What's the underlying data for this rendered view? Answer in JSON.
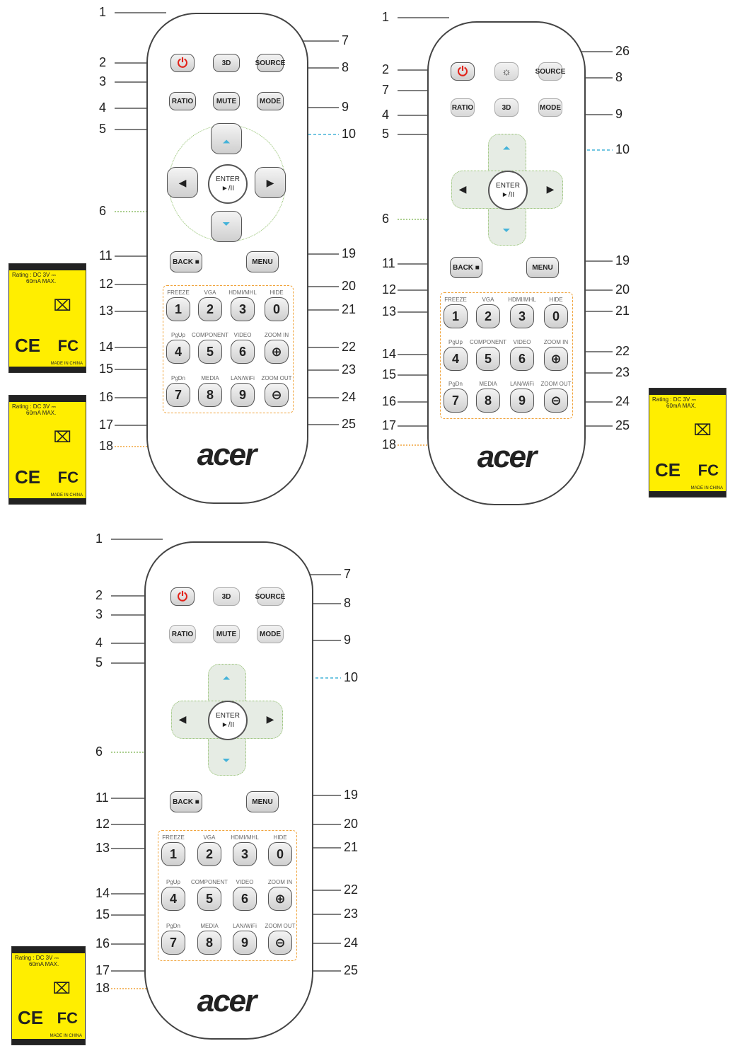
{
  "colors": {
    "power": "#e2231a",
    "label_yellow": "#ffee00",
    "cyan_dash": "#45b3d9",
    "green_dot": "#8fbf6a",
    "orange_dot": "#f0a33a"
  },
  "button_text": {
    "three_d": "3D",
    "source": "SOURCE",
    "ratio": "RATIO",
    "mute": "MUTE",
    "mode": "MODE",
    "enter": "ENTER",
    "play_pause": "►/II",
    "back": "BACK",
    "menu": "MENU",
    "numbers": [
      "1",
      "2",
      "3",
      "0",
      "4",
      "5",
      "6",
      "7",
      "8",
      "9"
    ]
  },
  "key_labels": {
    "freeze": "FREEZE",
    "vga": "VGA",
    "hdmi": "HDMI/MHL",
    "hide": "HIDE",
    "pgup": "PgUp",
    "component": "COMPONENT",
    "video": "VIDEO",
    "zoom_in": "ZOOM IN",
    "pgdn": "PgDn",
    "media": "MEDIA",
    "lan": "LAN/WiFi",
    "zoom_out": "ZOOM OUT"
  },
  "logo": "acer",
  "label_card": {
    "rating": "Rating : DC 3V",
    "current": "60mA MAX.",
    "made": "MADE IN CHINA",
    "ce": "CE",
    "fc": "FC"
  },
  "remote1_callouts": {
    "left": [
      "1",
      "2",
      "3",
      "4",
      "5",
      "6",
      "11",
      "12",
      "13",
      "14",
      "15",
      "16",
      "17",
      "18"
    ],
    "right": [
      "7",
      "8",
      "9",
      "10",
      "19",
      "20",
      "21",
      "22",
      "23",
      "24",
      "25"
    ]
  },
  "remote2_callouts": {
    "left": [
      "1",
      "2",
      "7",
      "4",
      "5",
      "6",
      "11",
      "12",
      "13",
      "14",
      "15",
      "16",
      "17",
      "18"
    ],
    "right": [
      "26",
      "8",
      "9",
      "10",
      "19",
      "20",
      "21",
      "22",
      "23",
      "24",
      "25"
    ]
  },
  "remote3_callouts": {
    "left": [
      "1",
      "2",
      "3",
      "4",
      "5",
      "6",
      "11",
      "12",
      "13",
      "14",
      "15",
      "16",
      "17",
      "18"
    ],
    "right": [
      "7",
      "8",
      "9",
      "10",
      "19",
      "20",
      "21",
      "22",
      "23",
      "24",
      "25"
    ]
  }
}
